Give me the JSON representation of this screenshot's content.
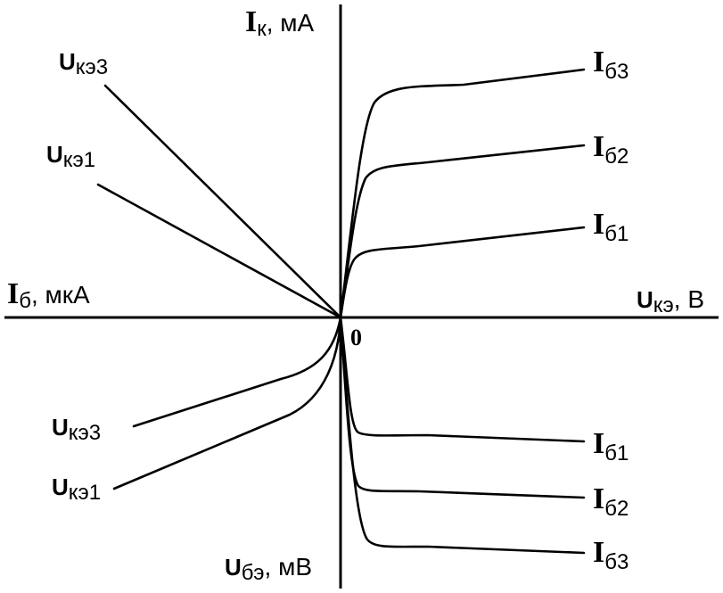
{
  "axes": {
    "top": {
      "symbol": "I",
      "sub": "к",
      "unit": ", мА"
    },
    "right": {
      "symbol": "U",
      "sub": "кэ",
      "unit": ", В"
    },
    "left": {
      "symbol": "I",
      "sub": "б",
      "unit": ", мкА"
    },
    "bottom": {
      "symbol": "U",
      "sub": "бэ",
      "unit": ", мВ"
    },
    "origin": "0"
  },
  "output_curves": [
    {
      "symbol": "I",
      "sub": "б3"
    },
    {
      "symbol": "I",
      "sub": "б2"
    },
    {
      "symbol": "I",
      "sub": "б1"
    }
  ],
  "transfer_curves": [
    {
      "symbol": "U",
      "sub": "кэ3"
    },
    {
      "symbol": "U",
      "sub": "кэ1"
    }
  ],
  "input_curves": [
    {
      "symbol": "U",
      "sub": "кэ3"
    },
    {
      "symbol": "U",
      "sub": "кэ1"
    }
  ],
  "feedback_curves": [
    {
      "symbol": "I",
      "sub": "б1"
    },
    {
      "symbol": "I",
      "sub": "б2"
    },
    {
      "symbol": "I",
      "sub": "б3"
    }
  ]
}
